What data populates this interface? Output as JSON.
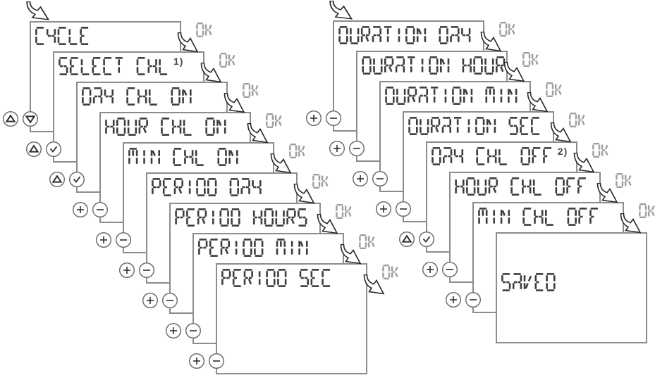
{
  "diagram": {
    "ok_label": "OK",
    "colors": {
      "background": "#ffffff",
      "card_border": "#8c8c8c",
      "lcd_text": "#3d3d3d",
      "ok_text": "#9e9e9e",
      "footnote_text": "#4a4a4a",
      "button_outline": "#6f6f6f",
      "button_glyph": "#2e2e2e",
      "arrow": "#262626"
    },
    "icons": {
      "entry": "entry-arrow-icon",
      "ok": "ok-arrow-icon",
      "up": "up-arrow-button-icon",
      "down": "down-arrow-button-icon",
      "check": "confirm-button-icon",
      "plus": "plus-button-icon",
      "minus": "minus-button-icon"
    },
    "stacks": [
      {
        "name": "cycle-program-screens",
        "has_entry_arrow": true,
        "cards": [
          {
            "label": "CYCLE",
            "sup": "",
            "buttons": [
              "up",
              "down"
            ],
            "ok": true,
            "centered": false
          },
          {
            "label": "SELECT CHL",
            "sup": "1)",
            "buttons": [
              "up",
              "check"
            ],
            "ok": true,
            "centered": false
          },
          {
            "label": "DAY CHL ON",
            "sup": "",
            "buttons": [
              "up",
              "check"
            ],
            "ok": true,
            "centered": false
          },
          {
            "label": "HOUR CHL ON",
            "sup": "",
            "buttons": [
              "plus",
              "minus"
            ],
            "ok": true,
            "centered": false
          },
          {
            "label": "MIN CHL ON",
            "sup": "",
            "buttons": [
              "plus",
              "minus"
            ],
            "ok": true,
            "centered": false
          },
          {
            "label": "PERIOD DAY",
            "sup": "",
            "buttons": [
              "plus",
              "minus"
            ],
            "ok": true,
            "centered": false
          },
          {
            "label": "PERIOD HOURS",
            "sup": "",
            "buttons": [
              "plus",
              "minus"
            ],
            "ok": true,
            "centered": false
          },
          {
            "label": "PERIOD MIN",
            "sup": "",
            "buttons": [
              "plus",
              "minus"
            ],
            "ok": true,
            "centered": false
          },
          {
            "label": "PERIOD SEC",
            "sup": "",
            "buttons": [
              "plus",
              "minus"
            ],
            "ok": true,
            "centered": false
          }
        ]
      },
      {
        "name": "duration-save-screens",
        "has_entry_arrow": true,
        "cards": [
          {
            "label": "DURATION DAY",
            "sup": "",
            "buttons": [
              "plus",
              "minus"
            ],
            "ok": true,
            "centered": false
          },
          {
            "label": "DURATION HOUR",
            "sup": "",
            "buttons": [
              "plus",
              "minus"
            ],
            "ok": true,
            "centered": false
          },
          {
            "label": "DURATION MIN",
            "sup": "",
            "buttons": [
              "plus",
              "minus"
            ],
            "ok": true,
            "centered": false
          },
          {
            "label": "DURATION SEC",
            "sup": "",
            "buttons": [
              "plus",
              "minus"
            ],
            "ok": true,
            "centered": false
          },
          {
            "label": "DAY CHL OFF",
            "sup": "2)",
            "buttons": [
              "up",
              "check"
            ],
            "ok": true,
            "centered": false
          },
          {
            "label": "HOUR CHL OFF",
            "sup": "",
            "buttons": [
              "plus",
              "minus"
            ],
            "ok": true,
            "centered": false
          },
          {
            "label": "MIN CHL OFF",
            "sup": "",
            "buttons": [
              "plus",
              "minus"
            ],
            "ok": true,
            "centered": false
          },
          {
            "label": "SAVED",
            "sup": "",
            "buttons": [],
            "ok": false,
            "centered": true
          }
        ]
      }
    ]
  }
}
